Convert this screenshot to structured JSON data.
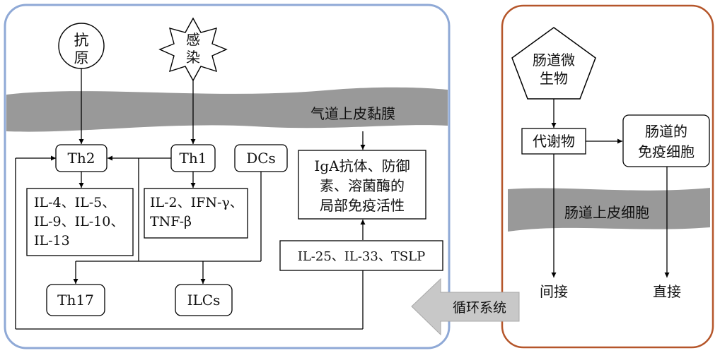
{
  "left_panel": {
    "antigen": [
      "抗",
      "原"
    ],
    "infection": [
      "感",
      "染"
    ],
    "mucosa_label": "气道上皮黏膜",
    "th2": "Th2",
    "th1": "Th1",
    "dcs": "DCs",
    "th2_cytokines": [
      "IL-4、IL-5、",
      "IL-9、IL-10、",
      "IL-13"
    ],
    "th1_cytokines": [
      "IL-2、IFN-γ、",
      "TNF-β"
    ],
    "iga_box": [
      "IgA抗体、防御",
      "素、溶菌酶的",
      "局部免疫活性"
    ],
    "alarmins": "IL-25、IL-33、TSLP",
    "th17": "Th17",
    "ilcs": "ILCs"
  },
  "circulation_label": "循环系统",
  "right_panel": {
    "microbiota": [
      "肠道微",
      "生物"
    ],
    "metabolites": "代谢物",
    "gut_immune": [
      "肠道的",
      "免疫细胞"
    ],
    "epithelium_label": "肠道上皮细胞",
    "indirect": "间接",
    "direct": "直接"
  },
  "colors": {
    "left_border": "#8fa9d6",
    "right_border": "#b5562a",
    "band": "#999999",
    "arrow": "#c8c8c8"
  },
  "icons": [
    "antigen-circle",
    "infection-star",
    "microbiota-pentagon",
    "circulation-arrow"
  ]
}
